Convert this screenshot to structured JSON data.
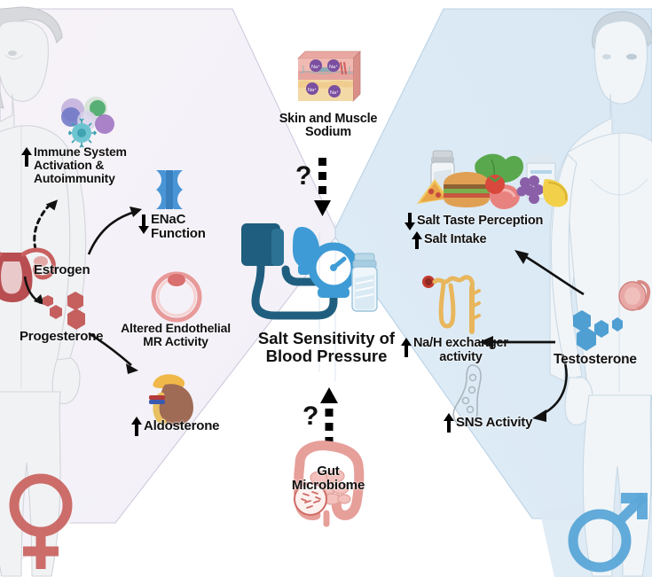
{
  "figure": {
    "title": "Salt Sensitivity of Blood Pressure",
    "center_label": "Salt Sensitivity of\nBlood Pressure"
  },
  "colors": {
    "female_panel": "#f4f2f8",
    "male_panel": "#dbe9f4",
    "female_symbol": "#c9625f",
    "male_symbol": "#5aa7d8",
    "estrogen_molecule": "#c5605f",
    "testosterone_molecule": "#4f9fd2",
    "enac_channel": "#4a95d6",
    "vessel": "#e89a9a",
    "nephron": "#e8b65c",
    "bp_cuff": "#1f5e7e",
    "bp_bulb": "#3e9bd5",
    "text": "#111111",
    "arrow": "#000000"
  },
  "center": {
    "label": "Salt Sensitivity of\nBlood Pressure",
    "icon_names": [
      "blood-pressure-monitor-icon",
      "salt-shaker-icon"
    ]
  },
  "top": {
    "label": "Skin and Muscle\nSodium",
    "icon_name": "skin-muscle-sodium-icon",
    "connector": {
      "style": "dashed",
      "question_mark": "?",
      "direction": "down",
      "from": "Skin and Muscle Sodium",
      "to": "Salt Sensitivity of Blood Pressure"
    }
  },
  "bottom": {
    "label": "Gut\nMicrobiome",
    "icon_name": "gut-microbiome-icon",
    "connector": {
      "style": "dashed",
      "question_mark": "?",
      "direction": "up",
      "from": "Gut Microbiome",
      "to": "Salt Sensitivity of Blood Pressure"
    }
  },
  "female_panel": {
    "figure_name": "female-body-illustration",
    "symbol_name": "female-gender-symbol",
    "hormones": [
      {
        "name": "Estrogen",
        "icon": "uterus-ovary-icon"
      },
      {
        "name": "Progesterone",
        "icon": "progesterone-molecule-icon"
      }
    ],
    "effects": [
      {
        "id": "immune",
        "arrow": "up",
        "label": "Immune System\nActivation &\nAutoimmunity",
        "icon": "immune-cells-icon"
      },
      {
        "id": "enac",
        "arrow": "down",
        "label": "ENaC\nFunction",
        "icon": "enac-channel-icon"
      },
      {
        "id": "endothelial",
        "arrow": "none",
        "label": "Altered Endothelial\nMR Activity",
        "icon": "blood-vessel-cross-section-icon"
      },
      {
        "id": "aldosterone",
        "arrow": "up",
        "label": "Aldosterone",
        "icon": "kidney-adrenal-icon"
      }
    ]
  },
  "male_panel": {
    "figure_name": "male-body-illustration",
    "symbol_name": "male-gender-symbol",
    "hormones": [
      {
        "name": "Testosterone",
        "icon": "testis-icon"
      }
    ],
    "effects": [
      {
        "id": "salt-taste",
        "arrow": "down",
        "label": "Salt Taste Perception",
        "arrow2": "up",
        "label2": "Salt Intake",
        "icon": "salty-food-icon"
      },
      {
        "id": "nahe",
        "arrow": "up",
        "label": "Na/H exchanger\nactivity",
        "icon": "nephron-icon"
      },
      {
        "id": "sns",
        "arrow": "up",
        "label": "SNS Activity",
        "icon": "neuron-synapse-icon"
      }
    ]
  }
}
